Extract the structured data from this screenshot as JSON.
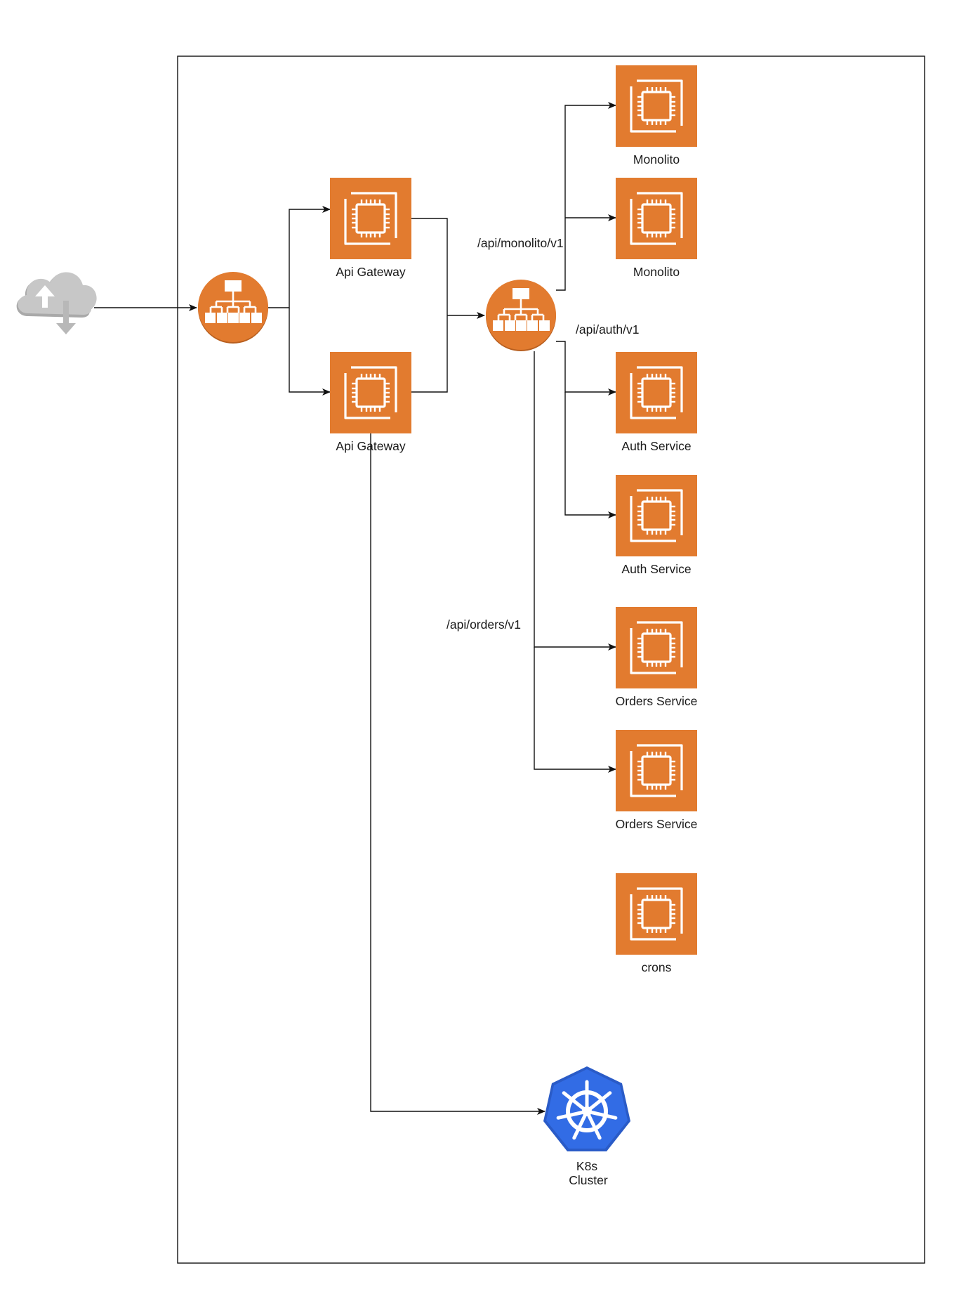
{
  "colors": {
    "ec2_orange": "#E27B2F",
    "kubernetes_blue": "#326CE5",
    "cloud_gray": "#C7C7C7",
    "line": "#111111"
  },
  "nodes": {
    "internet": {
      "icon": "internet-cloud-icon"
    },
    "lb_main": {
      "icon": "load-balancer-icon"
    },
    "lb_services": {
      "icon": "load-balancer-icon"
    },
    "gateway_1": {
      "icon": "ec2-instance-icon",
      "label": "Api Gateway"
    },
    "gateway_2": {
      "icon": "ec2-instance-icon",
      "label": "Api Gateway"
    },
    "monolito_1": {
      "icon": "ec2-instance-icon",
      "label": "Monolito"
    },
    "monolito_2": {
      "icon": "ec2-instance-icon",
      "label": "Monolito"
    },
    "auth_1": {
      "icon": "ec2-instance-icon",
      "label": "Auth Service"
    },
    "auth_2": {
      "icon": "ec2-instance-icon",
      "label": "Auth Service"
    },
    "orders_1": {
      "icon": "ec2-instance-icon",
      "label": "Orders Service"
    },
    "orders_2": {
      "icon": "ec2-instance-icon",
      "label": "Orders Service"
    },
    "crons": {
      "icon": "ec2-instance-icon",
      "label": "crons"
    },
    "k8s": {
      "icon": "kubernetes-icon",
      "label_line1": "K8s",
      "label_line2": "Cluster"
    }
  },
  "routes": {
    "monolito": "/api/monolito/v1",
    "auth": "/api/auth/v1",
    "orders": "/api/orders/v1"
  }
}
